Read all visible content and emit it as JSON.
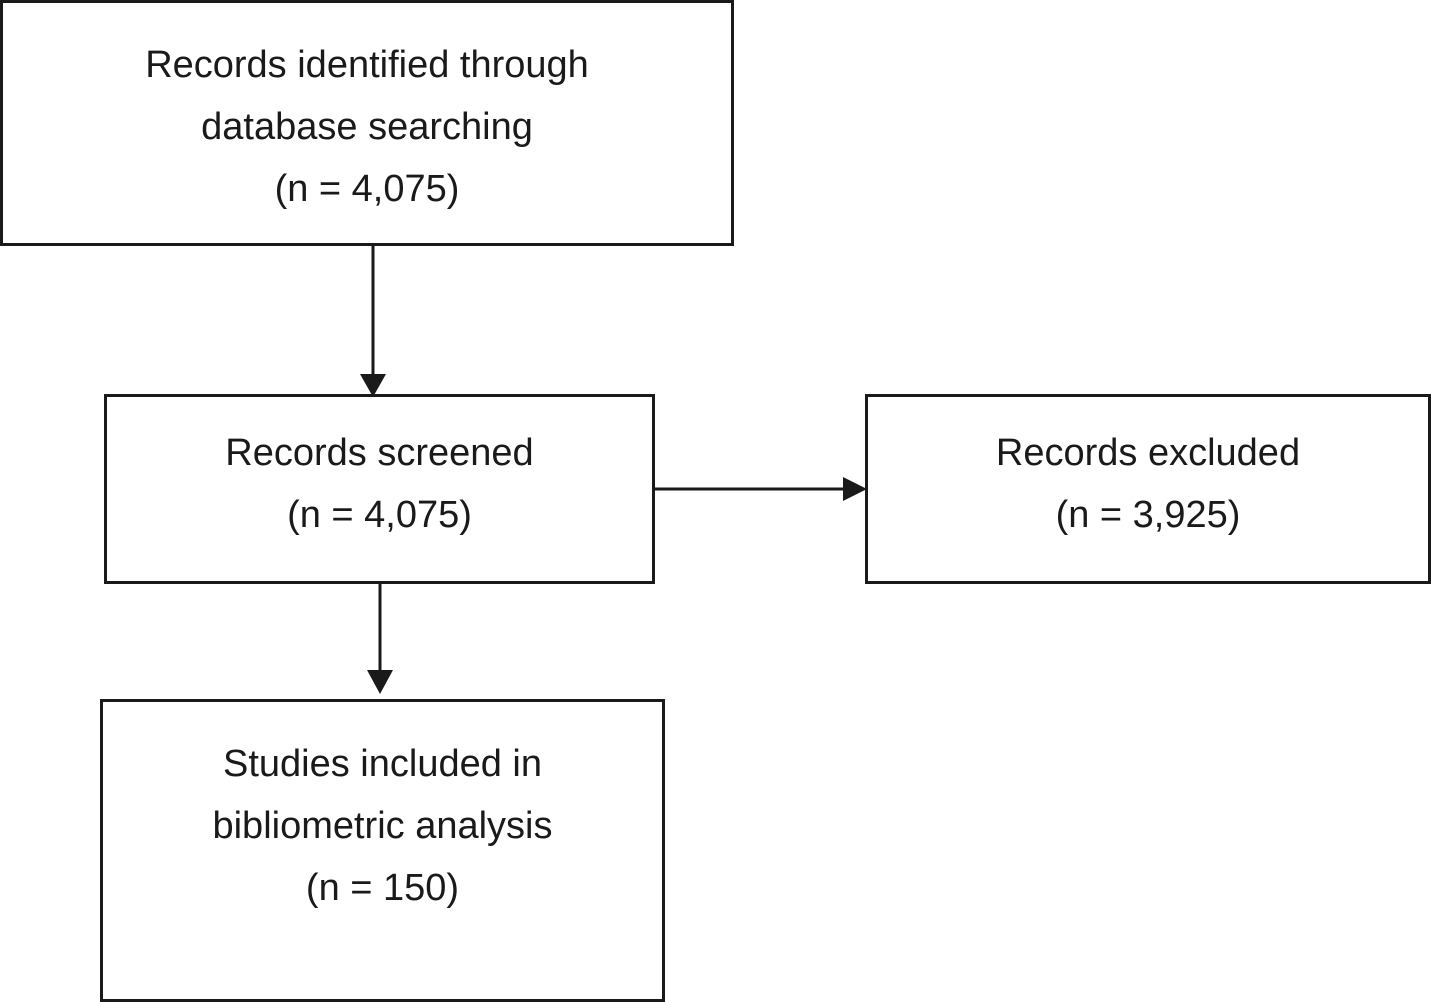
{
  "nodes": {
    "identified": {
      "lines": [
        "Records identified through",
        "database searching",
        "(n = 4,075)"
      ]
    },
    "screened": {
      "lines": [
        "Records screened",
        "(n = 4,075)"
      ]
    },
    "excluded": {
      "lines": [
        "Records excluded",
        "(n = 3,925)"
      ]
    },
    "included": {
      "lines": [
        "Studies included in",
        "bibliometric analysis",
        "(n = 150)"
      ]
    }
  },
  "edges": [
    {
      "from": "identified",
      "to": "screened"
    },
    {
      "from": "screened",
      "to": "excluded"
    },
    {
      "from": "screened",
      "to": "included"
    }
  ],
  "colors": {
    "stroke": "#1a1a1a",
    "background": "#ffffff"
  }
}
